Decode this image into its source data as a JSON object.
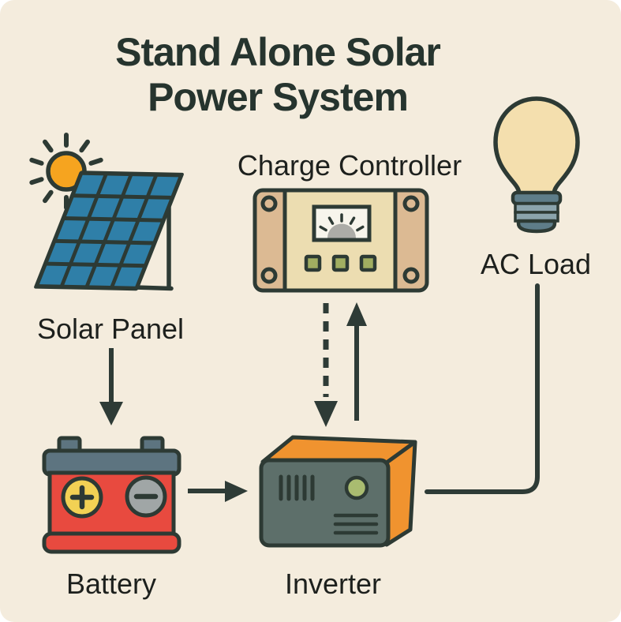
{
  "title": {
    "line1": "Stand Alone Solar",
    "line2": "Power System"
  },
  "labels": {
    "solar_panel": "Solar Panel",
    "charge_controller": "Charge Controller",
    "ac_load": "AC Load",
    "battery": "Battery",
    "inverter": "Inverter"
  },
  "connections": [
    {
      "from": "solar_panel",
      "to": "battery",
      "style": "solid",
      "arrowhead": true
    },
    {
      "from": "charge_controller",
      "to": "inverter",
      "style": "dashed",
      "arrowhead": true
    },
    {
      "from": "inverter",
      "to": "charge_controller",
      "style": "solid",
      "arrowhead": true
    },
    {
      "from": "battery",
      "to": "inverter",
      "style": "solid",
      "arrowhead": true
    },
    {
      "from": "inverter",
      "to": "ac_load",
      "style": "solid",
      "arrowhead": false
    }
  ],
  "colors": {
    "background": "#f4ecdd",
    "outline": "#2d3a34",
    "wire": "#2e3b36",
    "title_text": "#26342e",
    "label_text": "#1d201d",
    "panel_blue": "#2f7fa8",
    "sun_orange": "#f6a41f",
    "controller_side": "#dcba93",
    "controller_face": "#ecddb1",
    "gauge_bg": "#f7f5ec",
    "gauge_dial": "#acaca7",
    "button_green": "#a1ae61",
    "bulb_glass": "#f4dfae",
    "bulb_base": "#5e7d89",
    "bulb_base_light": "#8ba4ac",
    "battery_red": "#e84a3f",
    "battery_slate": "#5d7480",
    "plus_yellow": "#f2d154",
    "minus_gray": "#a0a6a6",
    "inverter_front": "#5d6f6a",
    "inverter_orange": "#f0932f",
    "led_green": "#a9bc70"
  }
}
